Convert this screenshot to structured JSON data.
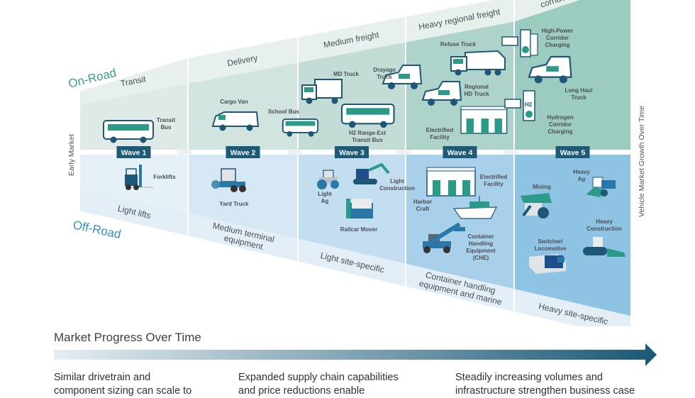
{
  "sections": {
    "on_road": {
      "label": "On-Road",
      "color": "#3c9e8a"
    },
    "off_road": {
      "label": "Off-Road",
      "color": "#3a8fbf"
    }
  },
  "axis": {
    "left_label": "Early Market",
    "right_label": "Vehicle Market Growth Over Time"
  },
  "waves": [
    {
      "label": "Wave 1"
    },
    {
      "label": "Wave 2"
    },
    {
      "label": "Wave 3"
    },
    {
      "label": "Wave 4"
    },
    {
      "label": "Wave 5"
    }
  ],
  "on_road_segments": [
    {
      "title": "Transit",
      "vehicles": [
        {
          "label": "Transit Bus",
          "lines": [
            "Transit",
            "Bus"
          ],
          "icon": "bus-icon"
        }
      ]
    },
    {
      "title": "Delivery",
      "vehicles": [
        {
          "label": "Cargo Van",
          "lines": [
            "Cargo Van"
          ],
          "icon": "van-icon"
        },
        {
          "label": "School Bus",
          "lines": [
            "School Bus"
          ],
          "icon": "school-bus-icon"
        }
      ]
    },
    {
      "title": "Medium freight",
      "vehicles": [
        {
          "label": "MD Truck",
          "lines": [
            "MD Truck"
          ],
          "icon": "box-truck-icon"
        },
        {
          "label": "Drayage Truck",
          "lines": [
            "Drayage",
            "Truck"
          ],
          "icon": "semi-truck-icon"
        },
        {
          "label": "H2 Range-Ext Transit Bus",
          "lines": [
            "H2 Range-Ext",
            "Transit Bus"
          ],
          "icon": "bus-icon"
        }
      ]
    },
    {
      "title": "Heavy regional freight",
      "vehicles": [
        {
          "label": "Refuse Truck",
          "lines": [
            "Refuse Truck"
          ],
          "icon": "refuse-truck-icon"
        },
        {
          "label": "Regional HD Truck",
          "lines": [
            "Regional",
            "HD Truck"
          ],
          "icon": "semi-truck-icon"
        },
        {
          "label": "Electrified Facility",
          "lines": [
            "Electrified",
            "Facility"
          ],
          "icon": "facility-icon"
        }
      ]
    },
    {
      "title_lines": [
        "Point-to-point",
        "corridor long haul"
      ],
      "title": "Point-to-point corridor long haul",
      "vehicles": [
        {
          "label": "High-Power Corridor Charging",
          "lines": [
            "High-Power",
            "Corridor",
            "Charging"
          ],
          "icon": "charger-icon"
        },
        {
          "label": "Long Haul Truck",
          "lines": [
            "Long Haul",
            "Truck"
          ],
          "icon": "semi-truck-icon"
        },
        {
          "label": "Hydrogen Corridor Charging",
          "lines": [
            "Hydrogen",
            "Corridor",
            "Charging"
          ],
          "icon": "h2-station-icon"
        }
      ]
    }
  ],
  "off_road_segments": [
    {
      "title_lines": [
        "Light lifts"
      ],
      "vehicles": [
        {
          "label": "Forklifts",
          "lines": [
            "Forklifts"
          ],
          "icon": "forklift-icon"
        }
      ]
    },
    {
      "title_lines": [
        "Medium terminal",
        "equipment"
      ],
      "vehicles": [
        {
          "label": "Yard Truck",
          "lines": [
            "Yard Truck"
          ],
          "icon": "yard-truck-icon"
        }
      ]
    },
    {
      "title_lines": [
        "Light site-specific"
      ],
      "vehicles": [
        {
          "label": "Light Ag",
          "lines": [
            "Light",
            "Ag"
          ],
          "icon": "tractor-icon"
        },
        {
          "label": "Light Construction",
          "lines": [
            "Light",
            "Construction"
          ],
          "icon": "excavator-icon"
        },
        {
          "label": "Railcar Mover",
          "lines": [
            "Railcar Mover"
          ],
          "icon": "railcar-mover-icon"
        }
      ]
    },
    {
      "title_lines": [
        "Container handling",
        "equipment and marine"
      ],
      "vehicles": [
        {
          "label": "Electrified Facility",
          "lines": [
            "Electrified",
            "Facility"
          ],
          "icon": "facility-icon"
        },
        {
          "label": "Harbor Craft",
          "lines": [
            "Harbor",
            "Craft"
          ],
          "icon": "boat-icon"
        },
        {
          "label": "Container Handling Equipment (CHE)",
          "lines": [
            "Container",
            "Handling",
            "Equipment",
            "(CHE)"
          ],
          "icon": "reach-stacker-icon"
        }
      ]
    },
    {
      "title_lines": [
        "Heavy site-specific"
      ],
      "vehicles": [
        {
          "label": "Mining",
          "lines": [
            "Mining"
          ],
          "icon": "mining-truck-icon"
        },
        {
          "label": "Heavy Ag",
          "lines": [
            "Heavy",
            "Ag"
          ],
          "icon": "combine-icon"
        },
        {
          "label": "Heavy Construction",
          "lines": [
            "Heavy",
            "Construction"
          ],
          "icon": "bulldozer-icon"
        },
        {
          "label": "Switcher/ Locomotive",
          "lines": [
            "Switcher/",
            "Locomotive"
          ],
          "icon": "locomotive-icon"
        }
      ]
    }
  ],
  "footer": {
    "title": "Market Progress Over Time",
    "columns": [
      {
        "line1": "Similar drivetrain and",
        "line2": "component sizing can scale to"
      },
      {
        "line1": "Expanded supply chain capabilities",
        "line2": "and price reductions enable"
      },
      {
        "line1": "Steadily increasing volumes and",
        "line2": "infrastructure strengthen business case"
      }
    ]
  },
  "colors": {
    "on_road_title_band": "#e8f0ee",
    "on_road_body": [
      "#dfe9e6",
      "#d2e4df",
      "#c3ddd6",
      "#aed3ca",
      "#9ccbc0"
    ],
    "off_road_body": [
      "#e6f0f7",
      "#d5e8f3",
      "#c2def0",
      "#a9d0ea",
      "#8fc3e3"
    ],
    "off_road_title_band": "#e3eef6",
    "wave_badge": "#1c5a78",
    "arrow_start": "#e6eef2",
    "arrow_end": "#1a5875",
    "icon_dark": "#1d5677",
    "icon_teal": "#2b9a88"
  }
}
